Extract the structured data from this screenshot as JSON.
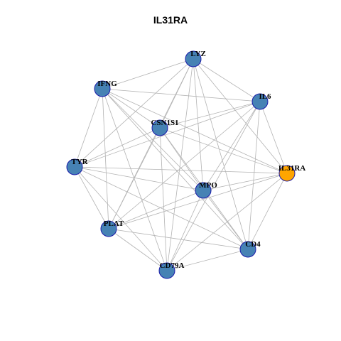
{
  "title": "IL31RA",
  "colors": {
    "node_default": "#4682b4",
    "node_highlight": "#ffa500",
    "node_border": "#1c1caa",
    "edge": "#b3b3b3"
  },
  "nodes": [
    {
      "id": "LYZ",
      "label": "LYZ",
      "highlight": false
    },
    {
      "id": "IFNG",
      "label": "IFNG",
      "highlight": false
    },
    {
      "id": "IL6",
      "label": "IL6",
      "highlight": false
    },
    {
      "id": "CSN1S1",
      "label": "CSN1S1",
      "highlight": false
    },
    {
      "id": "TYR",
      "label": "TYR",
      "highlight": false
    },
    {
      "id": "IL31RA",
      "label": "IL31RA",
      "highlight": true
    },
    {
      "id": "MPO",
      "label": "MPO",
      "highlight": false
    },
    {
      "id": "PLAT",
      "label": "PLAT",
      "highlight": false
    },
    {
      "id": "CD4",
      "label": "CD4",
      "highlight": false
    },
    {
      "id": "CD79A",
      "label": "CD79A",
      "highlight": false
    }
  ],
  "edges": [
    [
      "LYZ",
      "IFNG"
    ],
    [
      "LYZ",
      "IL6"
    ],
    [
      "LYZ",
      "CSN1S1"
    ],
    [
      "LYZ",
      "TYR"
    ],
    [
      "LYZ",
      "IL31RA"
    ],
    [
      "LYZ",
      "MPO"
    ],
    [
      "LYZ",
      "PLAT"
    ],
    [
      "LYZ",
      "CD4"
    ],
    [
      "LYZ",
      "CD79A"
    ],
    [
      "IFNG",
      "IL6"
    ],
    [
      "IFNG",
      "CSN1S1"
    ],
    [
      "IFNG",
      "TYR"
    ],
    [
      "IFNG",
      "IL31RA"
    ],
    [
      "IFNG",
      "MPO"
    ],
    [
      "IFNG",
      "PLAT"
    ],
    [
      "IFNG",
      "CD4"
    ],
    [
      "IFNG",
      "CD79A"
    ],
    [
      "IL6",
      "CSN1S1"
    ],
    [
      "IL6",
      "TYR"
    ],
    [
      "IL6",
      "IL31RA"
    ],
    [
      "IL6",
      "MPO"
    ],
    [
      "IL6",
      "PLAT"
    ],
    [
      "IL6",
      "CD4"
    ],
    [
      "IL6",
      "CD79A"
    ],
    [
      "CSN1S1",
      "TYR"
    ],
    [
      "CSN1S1",
      "IL31RA"
    ],
    [
      "CSN1S1",
      "MPO"
    ],
    [
      "CSN1S1",
      "PLAT"
    ],
    [
      "CSN1S1",
      "CD4"
    ],
    [
      "CSN1S1",
      "CD79A"
    ],
    [
      "TYR",
      "IL31RA"
    ],
    [
      "TYR",
      "MPO"
    ],
    [
      "TYR",
      "PLAT"
    ],
    [
      "TYR",
      "CD4"
    ],
    [
      "TYR",
      "CD79A"
    ],
    [
      "IL31RA",
      "MPO"
    ],
    [
      "IL31RA",
      "PLAT"
    ],
    [
      "IL31RA",
      "CD4"
    ],
    [
      "IL31RA",
      "CD79A"
    ],
    [
      "MPO",
      "PLAT"
    ],
    [
      "MPO",
      "CD4"
    ],
    [
      "MPO",
      "CD79A"
    ],
    [
      "PLAT",
      "CD4"
    ],
    [
      "PLAT",
      "CD79A"
    ],
    [
      "CD4",
      "CD79A"
    ]
  ]
}
